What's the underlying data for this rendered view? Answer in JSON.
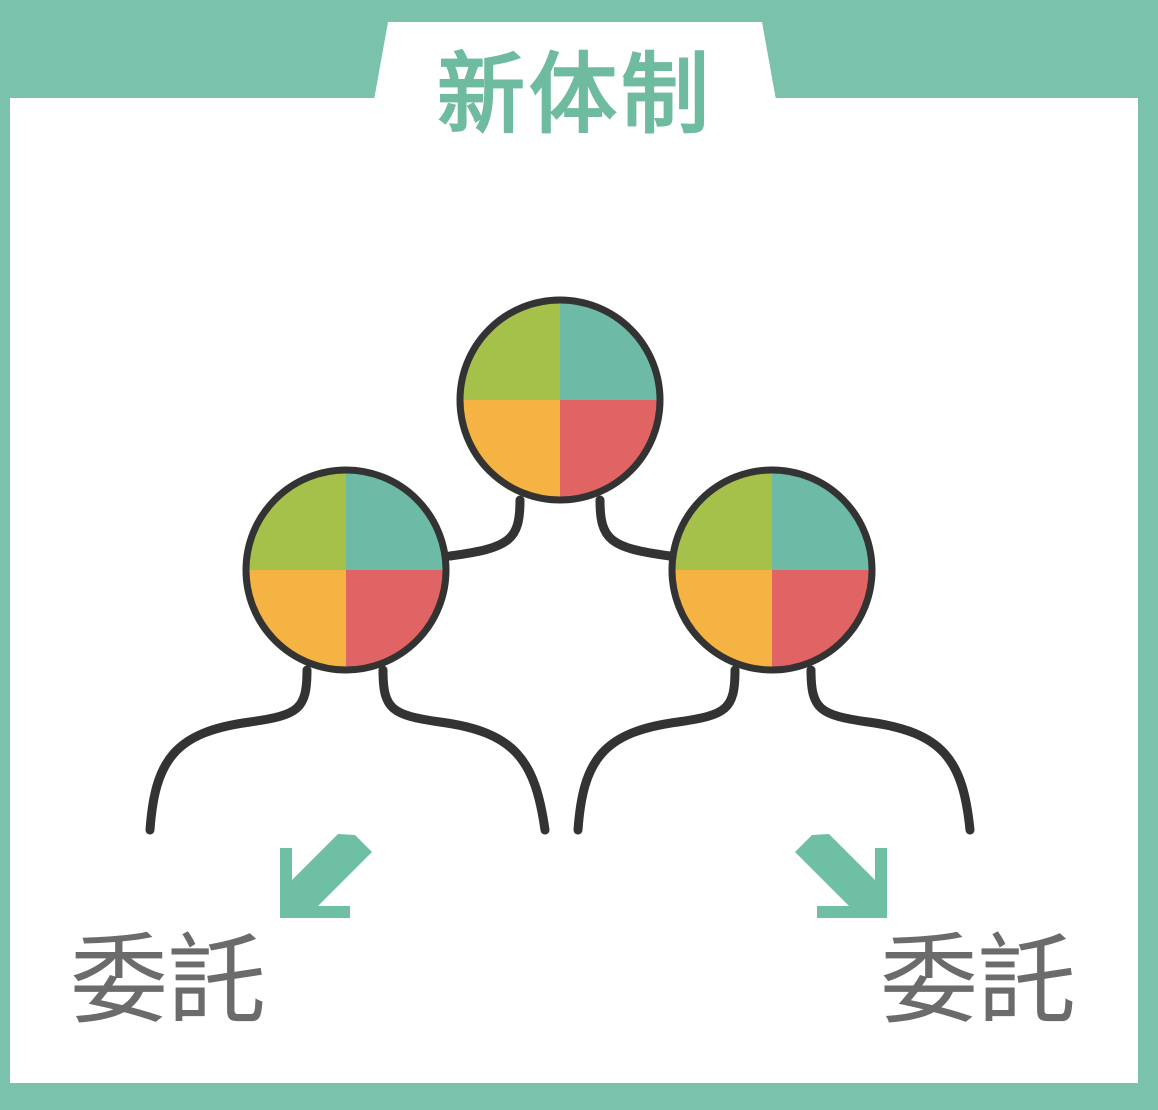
{
  "title": "新体制",
  "labels": {
    "left": "委託",
    "right": "委託"
  },
  "colors": {
    "frame": "#7ac2ab",
    "title": "#6fbb9f",
    "arrow": "#6fbfa4",
    "outline": "#333333",
    "label": "#6b6b6b",
    "quadrant_top_left": "#a6c14a",
    "quadrant_top_right": "#6dbba7",
    "quadrant_bottom_left": "#f4b343",
    "quadrant_bottom_right": "#e06464"
  },
  "people": [
    {
      "name": "top-person"
    },
    {
      "name": "left-person"
    },
    {
      "name": "right-person"
    }
  ],
  "arrows": [
    {
      "name": "arrow-left",
      "direction": "down-left"
    },
    {
      "name": "arrow-right",
      "direction": "down-right"
    }
  ]
}
